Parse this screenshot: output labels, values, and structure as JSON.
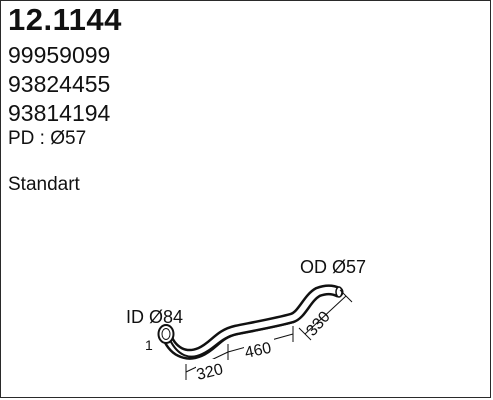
{
  "header": {
    "part_number": "12.1144",
    "references": [
      "99959099",
      "93824455",
      "93814194"
    ],
    "pd": "PD : Ø57",
    "variant": "Standart"
  },
  "drawing": {
    "od_label": "OD Ø57",
    "id_label": "ID Ø84",
    "end_mark": "1",
    "dimensions": [
      "320",
      "460",
      "330"
    ]
  },
  "colors": {
    "line": "#111111",
    "frame": "#2a2a2a",
    "background": "#ffffff"
  }
}
